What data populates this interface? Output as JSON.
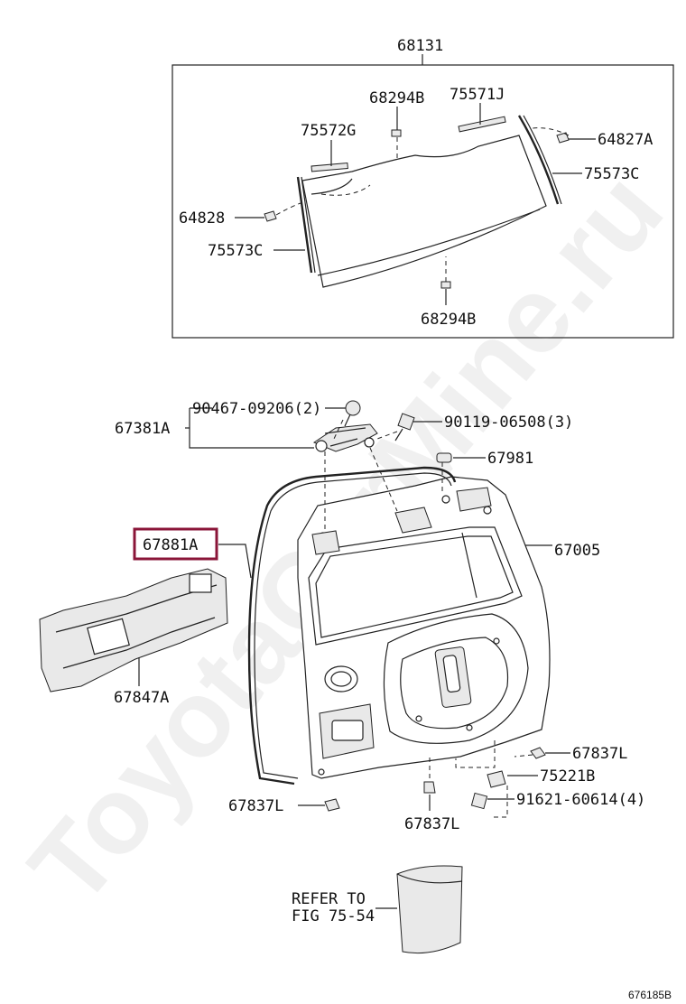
{
  "watermark": "ToyotaCarMine.ru",
  "diagram_code": "676185B",
  "refer_note": {
    "line1": "REFER TO",
    "line2": "FIG 75-54"
  },
  "accent_color": "#8a1538",
  "labels": {
    "p68131": "68131",
    "p68294B_top": "68294B",
    "p75571J": "75571J",
    "p75572G": "75572G",
    "p64827A": "64827A",
    "p75573C_right": "75573C",
    "p64828": "64828",
    "p75573C_left": "75573C",
    "p68294B_bottom": "68294B",
    "p90467": "90467-09206(2)",
    "p67381A": "67381A",
    "p90119": "90119-06508(3)",
    "p67981": "67981",
    "p67881A": "67881A",
    "p67005": "67005",
    "p67847A": "67847A",
    "p67837L_right": "67837L",
    "p75221B": "75221B",
    "p91621": "91621-60614(4)",
    "p67837L_left": "67837L",
    "p67837L_bottom": "67837L"
  },
  "highlighted_part": "67881A"
}
